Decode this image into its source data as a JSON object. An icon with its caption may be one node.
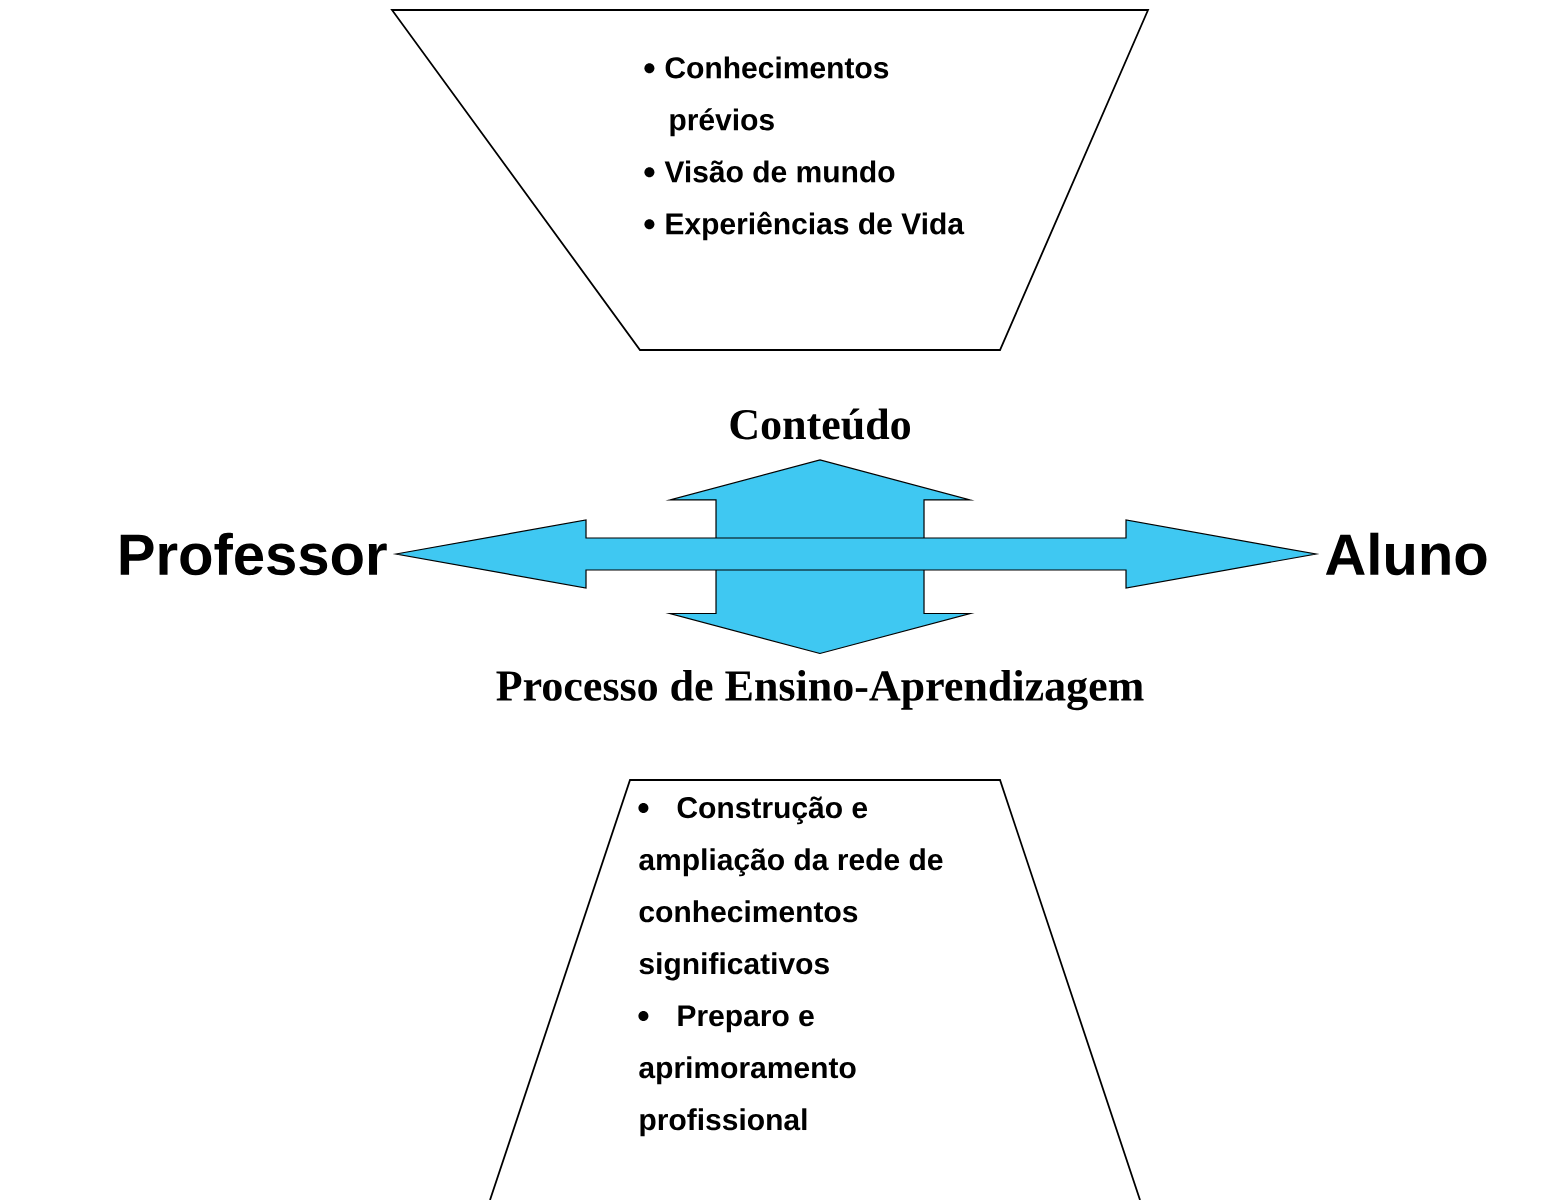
{
  "diagram": {
    "nodes": [
      {
        "text": [
          "Conhecimentos prévios",
          "Visão de mundo",
          "Experiências de Vida"
        ]
      },
      {
        "text": [
          "Conteúdo"
        ]
      },
      {
        "text": [
          "Professor"
        ]
      },
      {
        "text": [
          "Aluno"
        ]
      },
      {
        "text": [
          "Processo de Ensino-Aprendizagem"
        ]
      },
      {
        "text": [
          "Construção e ampliação da rede de conhecimentos significativos",
          "Preparo e aprimoramento profissional"
        ]
      }
    ],
    "edges": [
      {
        "from": 4,
        "to": 1,
        "arrow": "both"
      },
      {
        "from": 2,
        "to": 3,
        "arrow": "both"
      }
    ]
  }
}
